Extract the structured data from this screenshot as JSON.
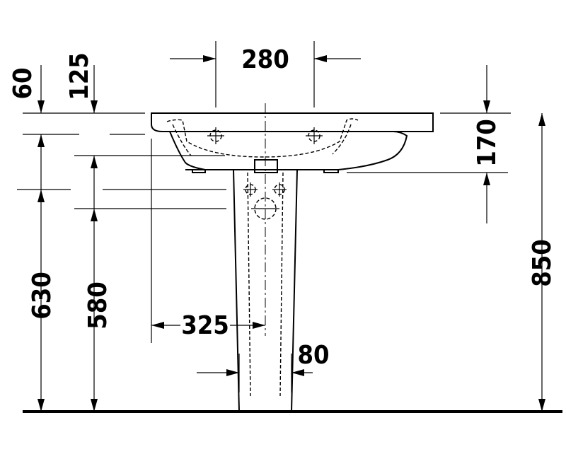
{
  "dimensions": {
    "tap_spacing": "280",
    "top_offset_a": "60",
    "top_offset_b": "125",
    "overflow_depth": "170",
    "total_height": "850",
    "rim_height_a": "630",
    "rim_height_b": "580",
    "half_width": "325",
    "pedestal_width": "80"
  }
}
